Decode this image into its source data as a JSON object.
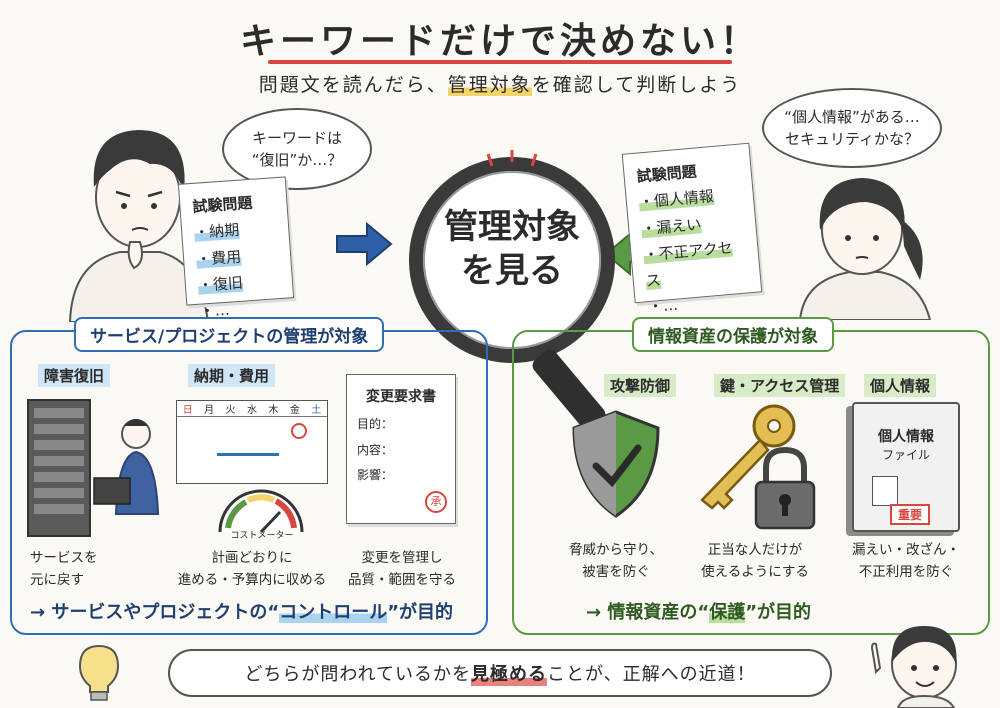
{
  "title": {
    "main": "キーワードだけで決めない！"
  },
  "subtitle": {
    "pre": "問題文を読んだら、",
    "highlight": "管理対象",
    "post": "を確認して判断しよう"
  },
  "left_student": {
    "thought_line1": "キーワードは",
    "thought_line2": "“復旧”か…？",
    "paper_title": "試験問題",
    "items": [
      "・納期",
      "・費用",
      "・復旧",
      "・…"
    ]
  },
  "right_student": {
    "thought_line1": "“個人情報”がある…",
    "thought_line2": "セキュリティかな？",
    "paper_title": "試験問題",
    "items": [
      "・個人情報",
      "・漏えい",
      "・不正アクセス",
      "・…"
    ]
  },
  "magnifier": {
    "line1": "管理対象",
    "line2": "を見る"
  },
  "left_panel": {
    "title": "サービス/プロジェクトの管理が対象",
    "recovery": {
      "tag": "障害復旧",
      "caption_line1": "サービスを",
      "caption_line2": "元に戻す"
    },
    "schedule": {
      "tag": "納期・費用",
      "weekdays": [
        "日",
        "月",
        "火",
        "水",
        "木",
        "金",
        "土"
      ],
      "gauge_label": "コストメーター",
      "caption_line1": "計画どおりに",
      "caption_line2": "進める・予算内に収める"
    },
    "change": {
      "doc_title": "変更要求書",
      "fields": [
        "目的：",
        "内容：",
        "影響："
      ],
      "stamp": "承",
      "caption_line1": "変更を管理し",
      "caption_line2": "品質・範囲を守る"
    },
    "goal": {
      "arrow": "→",
      "pre": "サービスやプロジェクトの“",
      "key": "コントロール",
      "post": "”が目的"
    }
  },
  "right_panel": {
    "title": "情報資産の保護が対象",
    "defense": {
      "tag": "攻撃防御",
      "caption_line1": "脅威から守り、",
      "caption_line2": "被害を防ぐ"
    },
    "access": {
      "tag": "鍵・アクセス管理",
      "caption_line1": "正当な人だけが",
      "caption_line2": "使えるようにする"
    },
    "privacy": {
      "tag": "個人情報",
      "file_line1": "個人情報",
      "file_line2": "ファイル",
      "stamp": "重要",
      "caption_line1": "漏えい・改ざん・",
      "caption_line2": "不正利用を防ぐ"
    },
    "goal": {
      "arrow": "→",
      "pre": "情報資産の“",
      "key": "保護",
      "post": "”が目的"
    }
  },
  "bottom": {
    "pre": "どちらが問われているかを",
    "key": "見極める",
    "post": "ことが、正解への近道！"
  },
  "colors": {
    "blue": "#2f6fb0",
    "green": "#5b9a45",
    "red": "#d8473f",
    "yellow": "#f3d36b"
  },
  "icons": [
    "magnifier-icon",
    "arrow-right-icon",
    "arrow-left-icon",
    "server-icon",
    "calendar-icon",
    "gauge-icon",
    "document-icon",
    "shield-icon",
    "key-icon",
    "padlock-icon",
    "file-icon",
    "lightbulb-icon"
  ]
}
